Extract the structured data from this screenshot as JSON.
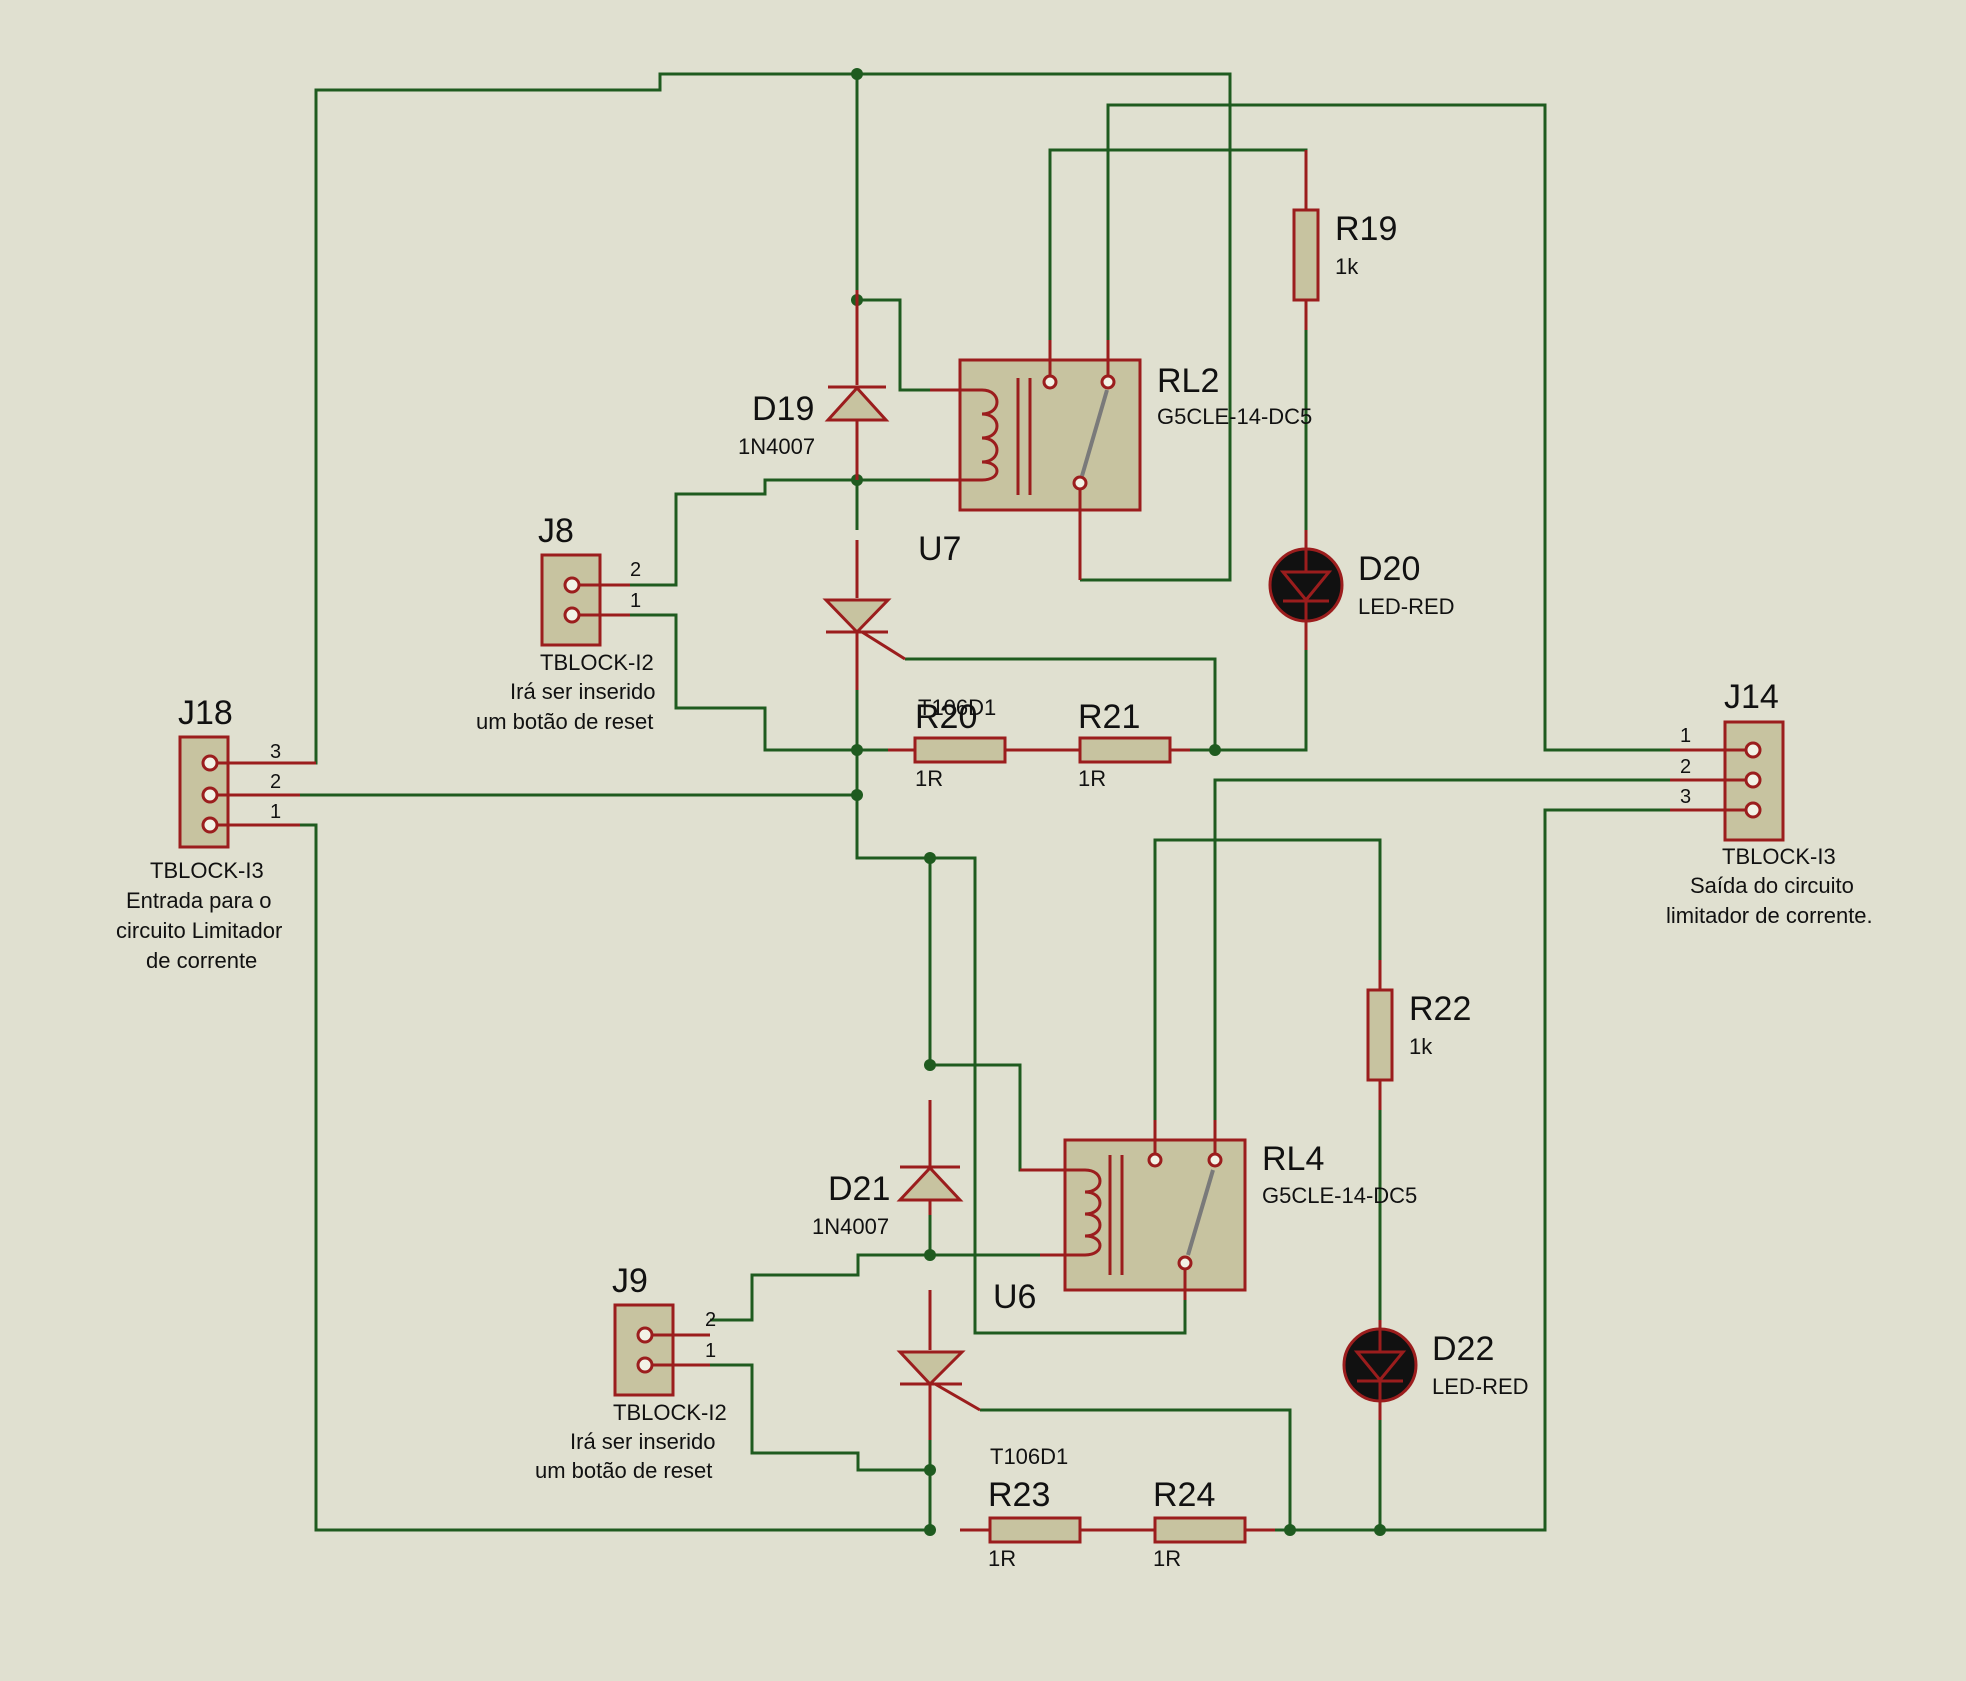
{
  "components": {
    "J18": {
      "ref": "J18",
      "value": "TBLOCK-I3",
      "note_lines": [
        "Entrada para o",
        "circuito Limitador",
        "de corrente"
      ],
      "pins": [
        "3",
        "2",
        "1"
      ]
    },
    "J14": {
      "ref": "J14",
      "value": "TBLOCK-I3",
      "note_lines": [
        "Saída do circuito",
        "limitador de corrente."
      ],
      "pins": [
        "1",
        "2",
        "3"
      ]
    },
    "J8": {
      "ref": "J8",
      "value": "TBLOCK-I2",
      "note_lines": [
        "Irá ser inserido",
        "um botão de reset"
      ],
      "pins": [
        "2",
        "1"
      ]
    },
    "J9": {
      "ref": "J9",
      "value": "TBLOCK-I2",
      "note_lines": [
        "Irá ser inserido",
        "um botão de reset"
      ],
      "pins": [
        "2",
        "1"
      ]
    },
    "D19": {
      "ref": "D19",
      "value": "1N4007"
    },
    "D21": {
      "ref": "D21",
      "value": "1N4007"
    },
    "D20": {
      "ref": "D20",
      "value": "LED-RED"
    },
    "D22": {
      "ref": "D22",
      "value": "LED-RED"
    },
    "R19": {
      "ref": "R19",
      "value": "1k"
    },
    "R22": {
      "ref": "R22",
      "value": "1k"
    },
    "R20": {
      "ref": "R20",
      "value": "1R"
    },
    "R21": {
      "ref": "R21",
      "value": "1R"
    },
    "R23": {
      "ref": "R23",
      "value": "1R"
    },
    "R24": {
      "ref": "R24",
      "value": "1R"
    },
    "RL2": {
      "ref": "RL2",
      "value": "G5CLE-14-DC5"
    },
    "RL4": {
      "ref": "RL4",
      "value": "G5CLE-14-DC5"
    },
    "U7": {
      "ref": "U7",
      "value": "T106D1"
    },
    "U6": {
      "ref": "U6",
      "value": "T106D1"
    }
  },
  "colors": {
    "background": "#e0e0d0",
    "wire": "#1f5b1f",
    "component_outline": "#9b1d1d",
    "component_fill": "#c7c3a0",
    "led_fill": "#111111"
  }
}
